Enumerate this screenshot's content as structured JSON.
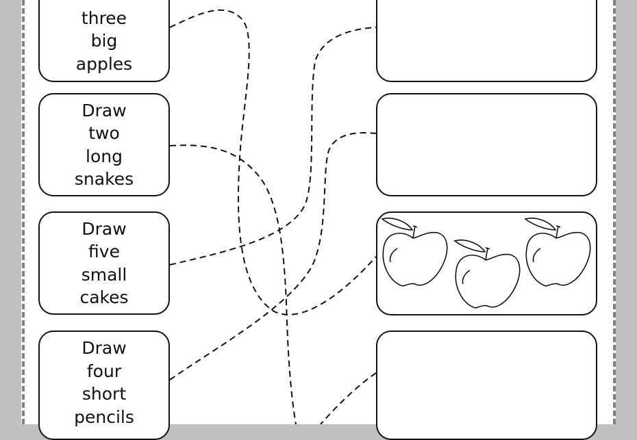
{
  "worksheet": {
    "prompts": [
      {
        "lines": [
          "three",
          "big",
          "apples"
        ]
      },
      {
        "lines": [
          "Draw",
          "two",
          "long",
          "snakes"
        ]
      },
      {
        "lines": [
          "Draw",
          "five",
          "small",
          "cakes"
        ]
      },
      {
        "lines": [
          "Draw",
          "four",
          "short",
          "pencils"
        ]
      }
    ],
    "answer_boxes": [
      {
        "content": "empty"
      },
      {
        "content": "empty"
      },
      {
        "content": "apple-drawings",
        "apple_count": 3
      },
      {
        "content": "empty"
      }
    ]
  }
}
